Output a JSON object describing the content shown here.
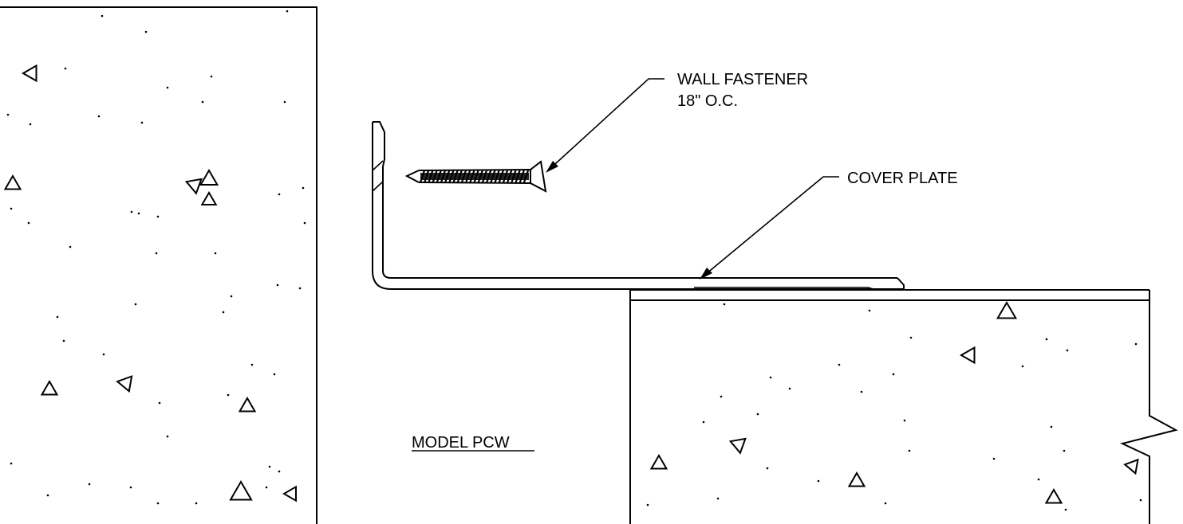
{
  "labels": {
    "wall_fastener_line1": "WALL FASTENER",
    "wall_fastener_line2": "18\" O.C.",
    "cover_plate": "COVER PLATE",
    "model": "MODEL PCW"
  },
  "colors": {
    "line": "#000000",
    "background": "#ffffff"
  }
}
